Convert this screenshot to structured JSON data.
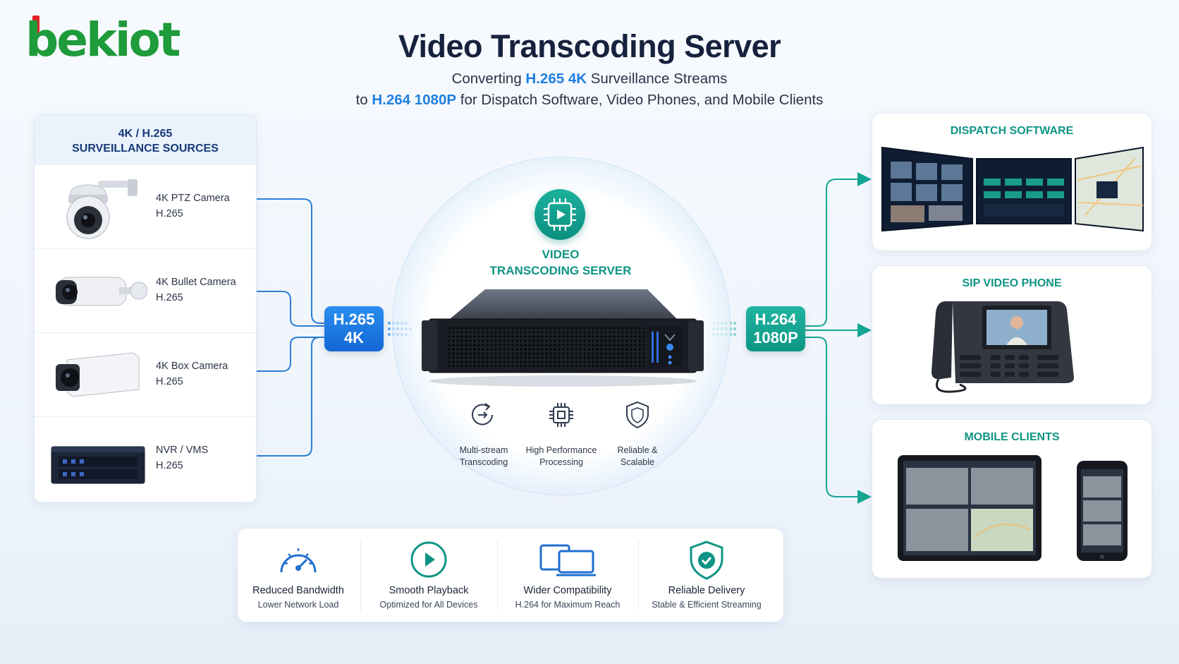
{
  "brand": {
    "logo_text": "bekiot"
  },
  "header": {
    "title": "Video Transcoding Server",
    "subtitle_line1": {
      "pre": "Converting ",
      "highlight": "H.265 4K",
      "post": " Surveillance Streams"
    },
    "subtitle_line2": {
      "pre": "to ",
      "highlight": "H.264 1080P",
      "post": " for Dispatch Software, Video Phones, and Mobile Clients"
    }
  },
  "sources": {
    "heading_line1": "4K / H.265",
    "heading_line2": "SURVEILLANCE SOURCES",
    "items": [
      {
        "name": "4K PTZ Camera",
        "codec": "H.265"
      },
      {
        "name": "4K Bullet Camera",
        "codec": "H.265"
      },
      {
        "name": "4K Box Camera",
        "codec": "H.265"
      },
      {
        "name": "NVR / VMS",
        "codec": "H.265"
      }
    ]
  },
  "input_badge": {
    "line1": "H.265",
    "line2": "4K"
  },
  "output_badge": {
    "line1": "H.264",
    "line2": "1080P"
  },
  "server": {
    "title_line1": "VIDEO",
    "title_line2": "TRANSCODING SERVER",
    "features": [
      {
        "line1": "Multi-stream",
        "line2": "Transcoding",
        "icon": "refresh-icon"
      },
      {
        "line1": "High Performance",
        "line2": "Processing",
        "icon": "chip-icon"
      },
      {
        "line1": "Reliable &",
        "line2": "Scalable",
        "icon": "shield-icon"
      }
    ]
  },
  "outputs": {
    "dispatch": {
      "title": "DISPATCH SOFTWARE"
    },
    "sip_phone": {
      "title": "SIP VIDEO PHONE"
    },
    "mobile": {
      "title": "MOBILE CLIENTS"
    }
  },
  "benefits": [
    {
      "title": "Reduced Bandwidth",
      "subtitle": "Lower Network Load",
      "icon": "gauge-icon"
    },
    {
      "title": "Smooth Playback",
      "subtitle": "Optimized for All Devices",
      "icon": "play-icon"
    },
    {
      "title": "Wider Compatibility",
      "subtitle": "H.264 for Maximum Reach",
      "icon": "devices-icon"
    },
    {
      "title": "Reliable Delivery",
      "subtitle": "Stable & Efficient Streaming",
      "icon": "shield-check-icon"
    }
  ],
  "colors": {
    "brand_green": "#1e9b3a",
    "input_blue": "#1f7fe0",
    "output_teal": "#0e9484",
    "title_navy": "#16213d"
  }
}
